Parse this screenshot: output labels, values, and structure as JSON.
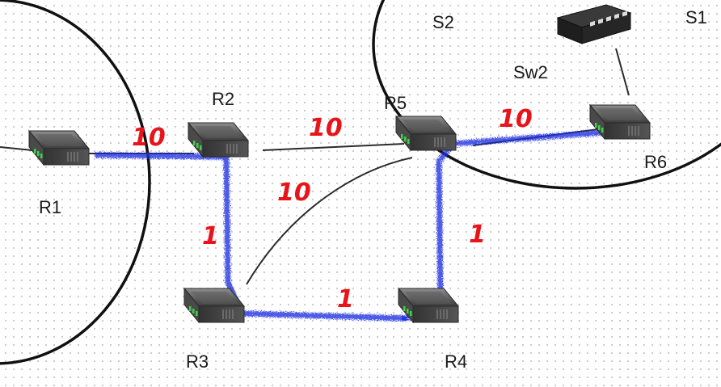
{
  "nodes": {
    "r1": {
      "label": "R1"
    },
    "r2": {
      "label": "R2"
    },
    "r3": {
      "label": "R3"
    },
    "r4": {
      "label": "R4"
    },
    "r5": {
      "label": "R5"
    },
    "r6": {
      "label": "R6"
    },
    "sw2": {
      "label": "Sw2"
    }
  },
  "areas": {
    "s1": {
      "label": "S1"
    },
    "s2": {
      "label": "S2"
    }
  },
  "costs": {
    "r1_r2": "10",
    "r2_r5": "10",
    "r3_r5": "10",
    "r5_r6": "10",
    "r2_r3": "1",
    "r5_r4": "1",
    "r3_r4": "1"
  },
  "colors": {
    "cost": "#e8141a",
    "path": "#1f2fe0",
    "link": "#2b2b2b"
  }
}
